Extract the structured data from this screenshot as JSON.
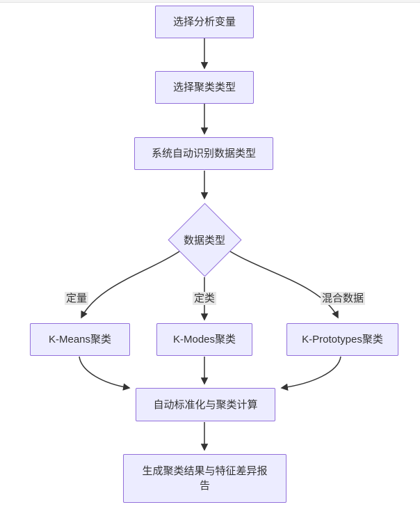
{
  "diagram": {
    "type": "flowchart",
    "direction": "top-down",
    "nodes": [
      {
        "id": "select-variables",
        "shape": "rect",
        "label": "选择分析变量"
      },
      {
        "id": "select-cluster-type",
        "shape": "rect",
        "label": "选择聚类类型"
      },
      {
        "id": "auto-detect",
        "shape": "rect",
        "label": "系统自动识别数据类型"
      },
      {
        "id": "data-type",
        "shape": "diamond",
        "label": "数据类型"
      },
      {
        "id": "kmeans",
        "shape": "rect",
        "label": "K-Means聚类"
      },
      {
        "id": "kmodes",
        "shape": "rect",
        "label": "K-Modes聚类"
      },
      {
        "id": "kprototypes",
        "shape": "rect",
        "label": "K-Prototypes聚类"
      },
      {
        "id": "standardize",
        "shape": "rect",
        "label": "自动标准化与聚类计算"
      },
      {
        "id": "report",
        "shape": "rect",
        "label": "生成聚类结果与特征差异报告"
      }
    ],
    "edges": [
      {
        "from": "select-variables",
        "to": "select-cluster-type",
        "label": ""
      },
      {
        "from": "select-cluster-type",
        "to": "auto-detect",
        "label": ""
      },
      {
        "from": "auto-detect",
        "to": "data-type",
        "label": ""
      },
      {
        "from": "data-type",
        "to": "kmeans",
        "label": "定量"
      },
      {
        "from": "data-type",
        "to": "kmodes",
        "label": "定类"
      },
      {
        "from": "data-type",
        "to": "kprototypes",
        "label": "混合数据"
      },
      {
        "from": "kmeans",
        "to": "standardize",
        "label": ""
      },
      {
        "from": "kmodes",
        "to": "standardize",
        "label": ""
      },
      {
        "from": "kprototypes",
        "to": "standardize",
        "label": ""
      },
      {
        "from": "standardize",
        "to": "report",
        "label": ""
      }
    ],
    "colors": {
      "node_fill": "#ECECFF",
      "node_border": "#9370DB",
      "edge_line": "#333333",
      "text": "#333333",
      "edge_label_bg": "#e8e8e8",
      "background": "#ffffff"
    }
  }
}
